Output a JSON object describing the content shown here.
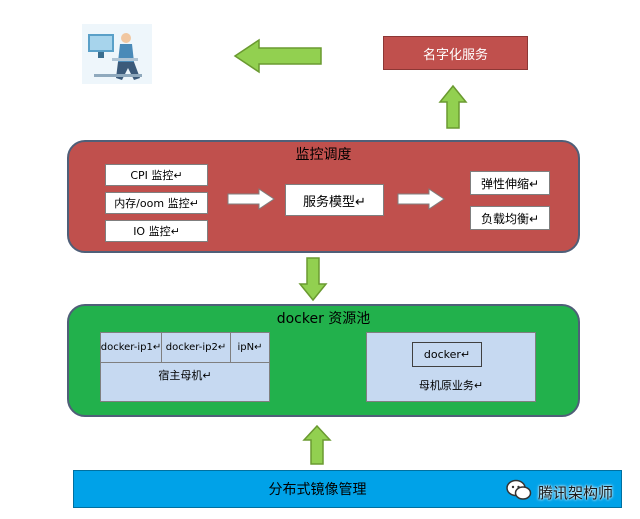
{
  "naming_service": "名字化服务",
  "monitor": {
    "title": "监控调度",
    "metrics": [
      "CPI 监控↵",
      "内存/oom 监控↵",
      "IO 监控↵"
    ],
    "model": "服务模型↵",
    "outputs": [
      "弹性伸缩↵",
      "负载均衡↵"
    ]
  },
  "docker_pool": {
    "title": "docker 资源池",
    "host_cells": [
      "docker-ip1↵",
      "docker-ip2↵",
      "ipN↵"
    ],
    "host_label": "宿主母机↵",
    "inner_docker": "docker↵",
    "native_label": "母机原业务↵"
  },
  "image_bar": "分布式镜像管理",
  "watermark": "腾讯架构师",
  "colors": {
    "red": "#c0504d",
    "green": "#22b14c",
    "blue": "#00a2e8",
    "arrow_fill": "#92d050",
    "light_blue": "#c6d9f1"
  },
  "icons": {
    "user": "person-at-computer-icon",
    "arrow": "block-arrow-icon",
    "watermark": "wechat-logo-icon"
  }
}
